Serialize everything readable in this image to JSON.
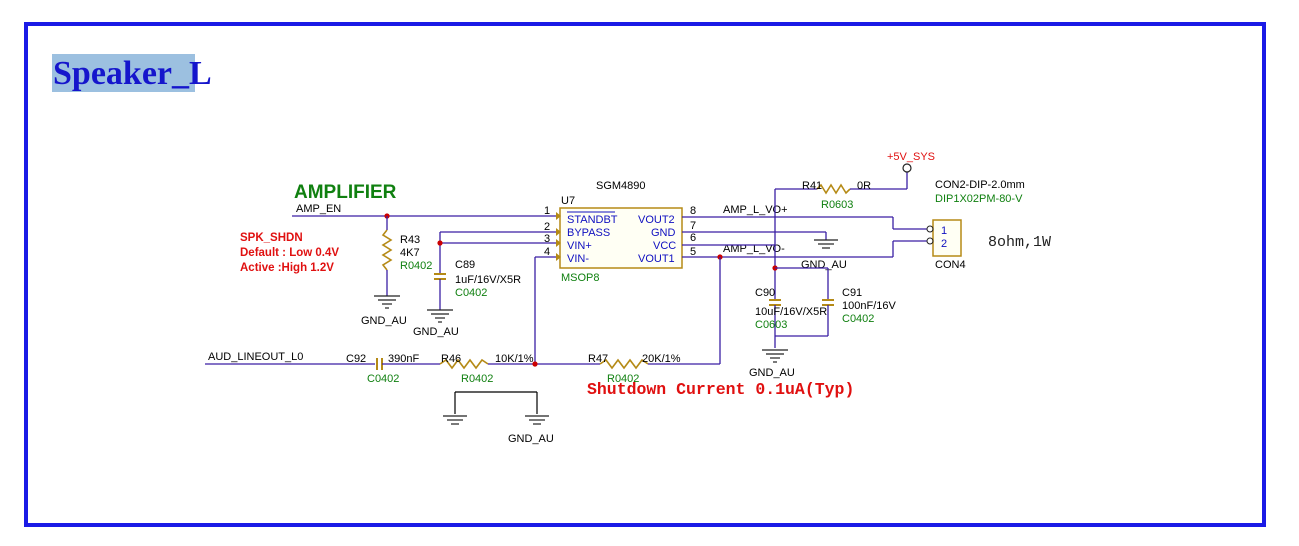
{
  "title": "Speaker_L",
  "section": "AMPLIFIER",
  "shutdown_note": {
    "signal": "SPK_SHDN",
    "line1": "Default : Low 0.4V",
    "line2": "Active :High 1.2V"
  },
  "nets": {
    "amp_en": "AMP_EN",
    "lineout": "AUD_LINEOUT_L0",
    "vo_plus": "AMP_L_VO+",
    "vo_minus": "AMP_L_VO-",
    "supply": "+5V_SYS",
    "gnd": "GND_AU"
  },
  "ic": {
    "part": "SGM4890",
    "ref": "U7",
    "package": "MSOP8",
    "pins_left": [
      {
        "num": "1",
        "name": "STANDBT"
      },
      {
        "num": "2",
        "name": "BYPASS"
      },
      {
        "num": "3",
        "name": "VIN+"
      },
      {
        "num": "4",
        "name": "VIN-"
      }
    ],
    "pins_right": [
      {
        "num": "8",
        "name": "VOUT2"
      },
      {
        "num": "7",
        "name": "GND"
      },
      {
        "num": "6",
        "name": "VCC"
      },
      {
        "num": "5",
        "name": "VOUT1"
      }
    ]
  },
  "components": {
    "r43": {
      "ref": "R43",
      "value": "4K7",
      "footprint": "R0402"
    },
    "c89": {
      "ref": "C89",
      "value": "1uF/16V/X5R",
      "footprint": "C0402"
    },
    "c92": {
      "ref": "C92",
      "value": "390nF",
      "footprint": "C0402"
    },
    "r46": {
      "ref": "R46",
      "value": "10K/1%",
      "footprint": "R0402"
    },
    "r47": {
      "ref": "R47",
      "value": "20K/1%",
      "footprint": "R0402"
    },
    "r41": {
      "ref": "R41",
      "value": "0R",
      "footprint": "R0603"
    },
    "c90": {
      "ref": "C90",
      "value": "10uF/16V/X5R",
      "footprint": "C0603"
    },
    "c91": {
      "ref": "C91",
      "value": "100nF/16V",
      "footprint": "C0402"
    }
  },
  "connector": {
    "ref": "CON4",
    "type": "CON2-DIP-2.0mm",
    "part": "DIP1X02PM-80-V",
    "pin1": "1",
    "pin2": "2",
    "load": "8ohm,1W"
  },
  "note": "Shutdown Current 0.1uA(Typ)",
  "colors": {
    "frame": "#1a1ae6",
    "title": "#1515cc",
    "title_highlight": "#9cc0e0",
    "wire": "#3a1fa3",
    "component": "#b58a16",
    "net_dot": "#cc0000"
  }
}
